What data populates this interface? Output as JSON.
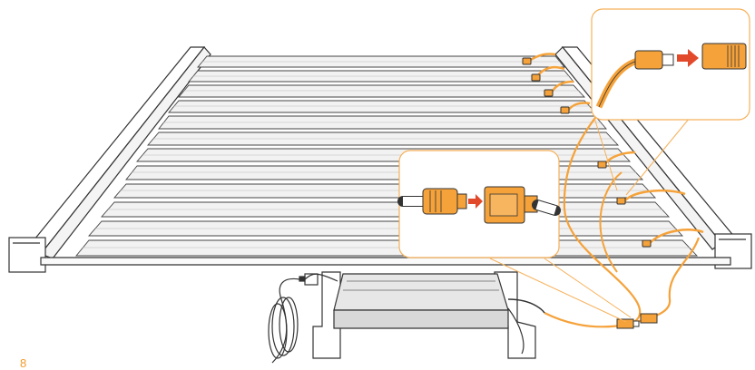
{
  "figure": {
    "step_number": "8",
    "colors": {
      "line": "#333333",
      "frame_fill": "#ffffff",
      "bar_shade": "#f0f0f0",
      "accent_orange": "#f39a2b",
      "arrow_red": "#e2492b",
      "callout_border": "#f6b15a",
      "driver_fill": "#e7e7e7",
      "cable": "#f5a23a"
    },
    "callouts": [
      {
        "name": "top-right-connector-detail",
        "shows": "cable-end-to-socket"
      },
      {
        "name": "center-connector-detail",
        "shows": "male-to-female-plug"
      }
    ],
    "icons": [
      "right-arrow-icon",
      "right-arrow-icon"
    ]
  }
}
